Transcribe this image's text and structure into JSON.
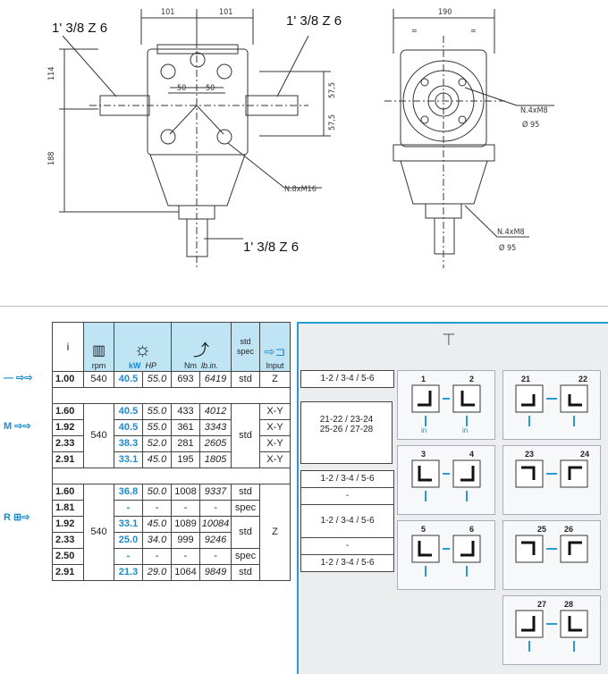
{
  "drawing": {
    "dims_top": [
      "101",
      "101",
      "190"
    ],
    "dims_center": [
      "50",
      "50"
    ],
    "dims_left": [
      "114",
      "188"
    ],
    "dims_right": [
      "57,5",
      "57,5"
    ],
    "shaft_labels": [
      "1' 3/8 Z 6",
      "1' 3/8 Z 6",
      "1' 3/8 Z 6"
    ],
    "bolt_label_front": "N.8xM16",
    "bolt_label_side_1": [
      "N.4xM8",
      "Ø 95"
    ],
    "bolt_label_side_2": [
      "N.4xM8",
      "Ø 95"
    ],
    "eq_marks": [
      "=",
      "="
    ]
  },
  "table": {
    "header": {
      "i": "i",
      "rpm": "rpm",
      "kw": "kW",
      "hp": "HP",
      "nm": "Nm",
      "lb": "lb.in.",
      "std_spec": [
        "std",
        "spec"
      ],
      "input": "Input"
    },
    "group1": {
      "label": "",
      "rows": [
        {
          "i": "1.00",
          "rpm": "540",
          "kw": "40.5",
          "hp": "55.0",
          "nm": "693",
          "lb": "6419",
          "spec": "std",
          "input": "Z",
          "cfg": "1-2 / 3-4 / 5-6"
        }
      ]
    },
    "group2": {
      "label": "M",
      "rpm": "540",
      "spec": "std",
      "cfg": [
        "21-22 / 23-24",
        "25-26 / 27-28"
      ],
      "rows": [
        {
          "i": "1.60",
          "kw": "40.5",
          "hp": "55.0",
          "nm": "433",
          "lb": "4012",
          "input": "X-Y"
        },
        {
          "i": "1.92",
          "kw": "40.5",
          "hp": "55.0",
          "nm": "361",
          "lb": "3343",
          "input": "X-Y"
        },
        {
          "i": "2.33",
          "kw": "38.3",
          "hp": "52.0",
          "nm": "281",
          "lb": "2605",
          "input": "X-Y"
        },
        {
          "i": "2.91",
          "kw": "33.1",
          "hp": "45.0",
          "nm": "195",
          "lb": "1805",
          "input": "X-Y"
        }
      ]
    },
    "group3": {
      "label": "R",
      "rpm": "540",
      "input": "Z",
      "rows": [
        {
          "i": "1.60",
          "kw": "36.8",
          "hp": "50.0",
          "nm": "1008",
          "lb": "9337",
          "spec": "std",
          "cfg": "1-2 / 3-4 / 5-6"
        },
        {
          "i": "1.81",
          "kw": "-",
          "hp": "-",
          "nm": "-",
          "lb": "-",
          "spec": "spec",
          "cfg": "-"
        },
        {
          "i": "1.92",
          "kw": "33.1",
          "hp": "45.0",
          "nm": "1089",
          "lb": "10084",
          "spec": "std",
          "cfg": "1-2 / 3-4 / 5-6"
        },
        {
          "i": "2.33",
          "kw": "25.0",
          "hp": "34.0",
          "nm": "999",
          "lb": "9246",
          "spec": "",
          "cfg": ""
        },
        {
          "i": "2.50",
          "kw": "-",
          "hp": "-",
          "nm": "-",
          "lb": "-",
          "spec": "spec",
          "cfg": "-"
        },
        {
          "i": "2.91",
          "kw": "21.3",
          "hp": "29.0",
          "nm": "1064",
          "lb": "9849",
          "spec": "std",
          "cfg": "1-2 / 3-4 / 5-6"
        }
      ]
    }
  },
  "configs": {
    "pairs": [
      [
        "1",
        "2"
      ],
      [
        "21",
        "22"
      ],
      [
        "3",
        "4"
      ],
      [
        "23",
        "24"
      ],
      [
        "5",
        "6"
      ],
      [
        "25",
        "26"
      ],
      [
        "27",
        "28"
      ]
    ],
    "in_label": "in"
  },
  "colors": {
    "accent": "#1a8ad0",
    "header_bg": "#bfe5f5",
    "panel_bg": "#ebedef",
    "panel_border": "#2a9bd1"
  }
}
